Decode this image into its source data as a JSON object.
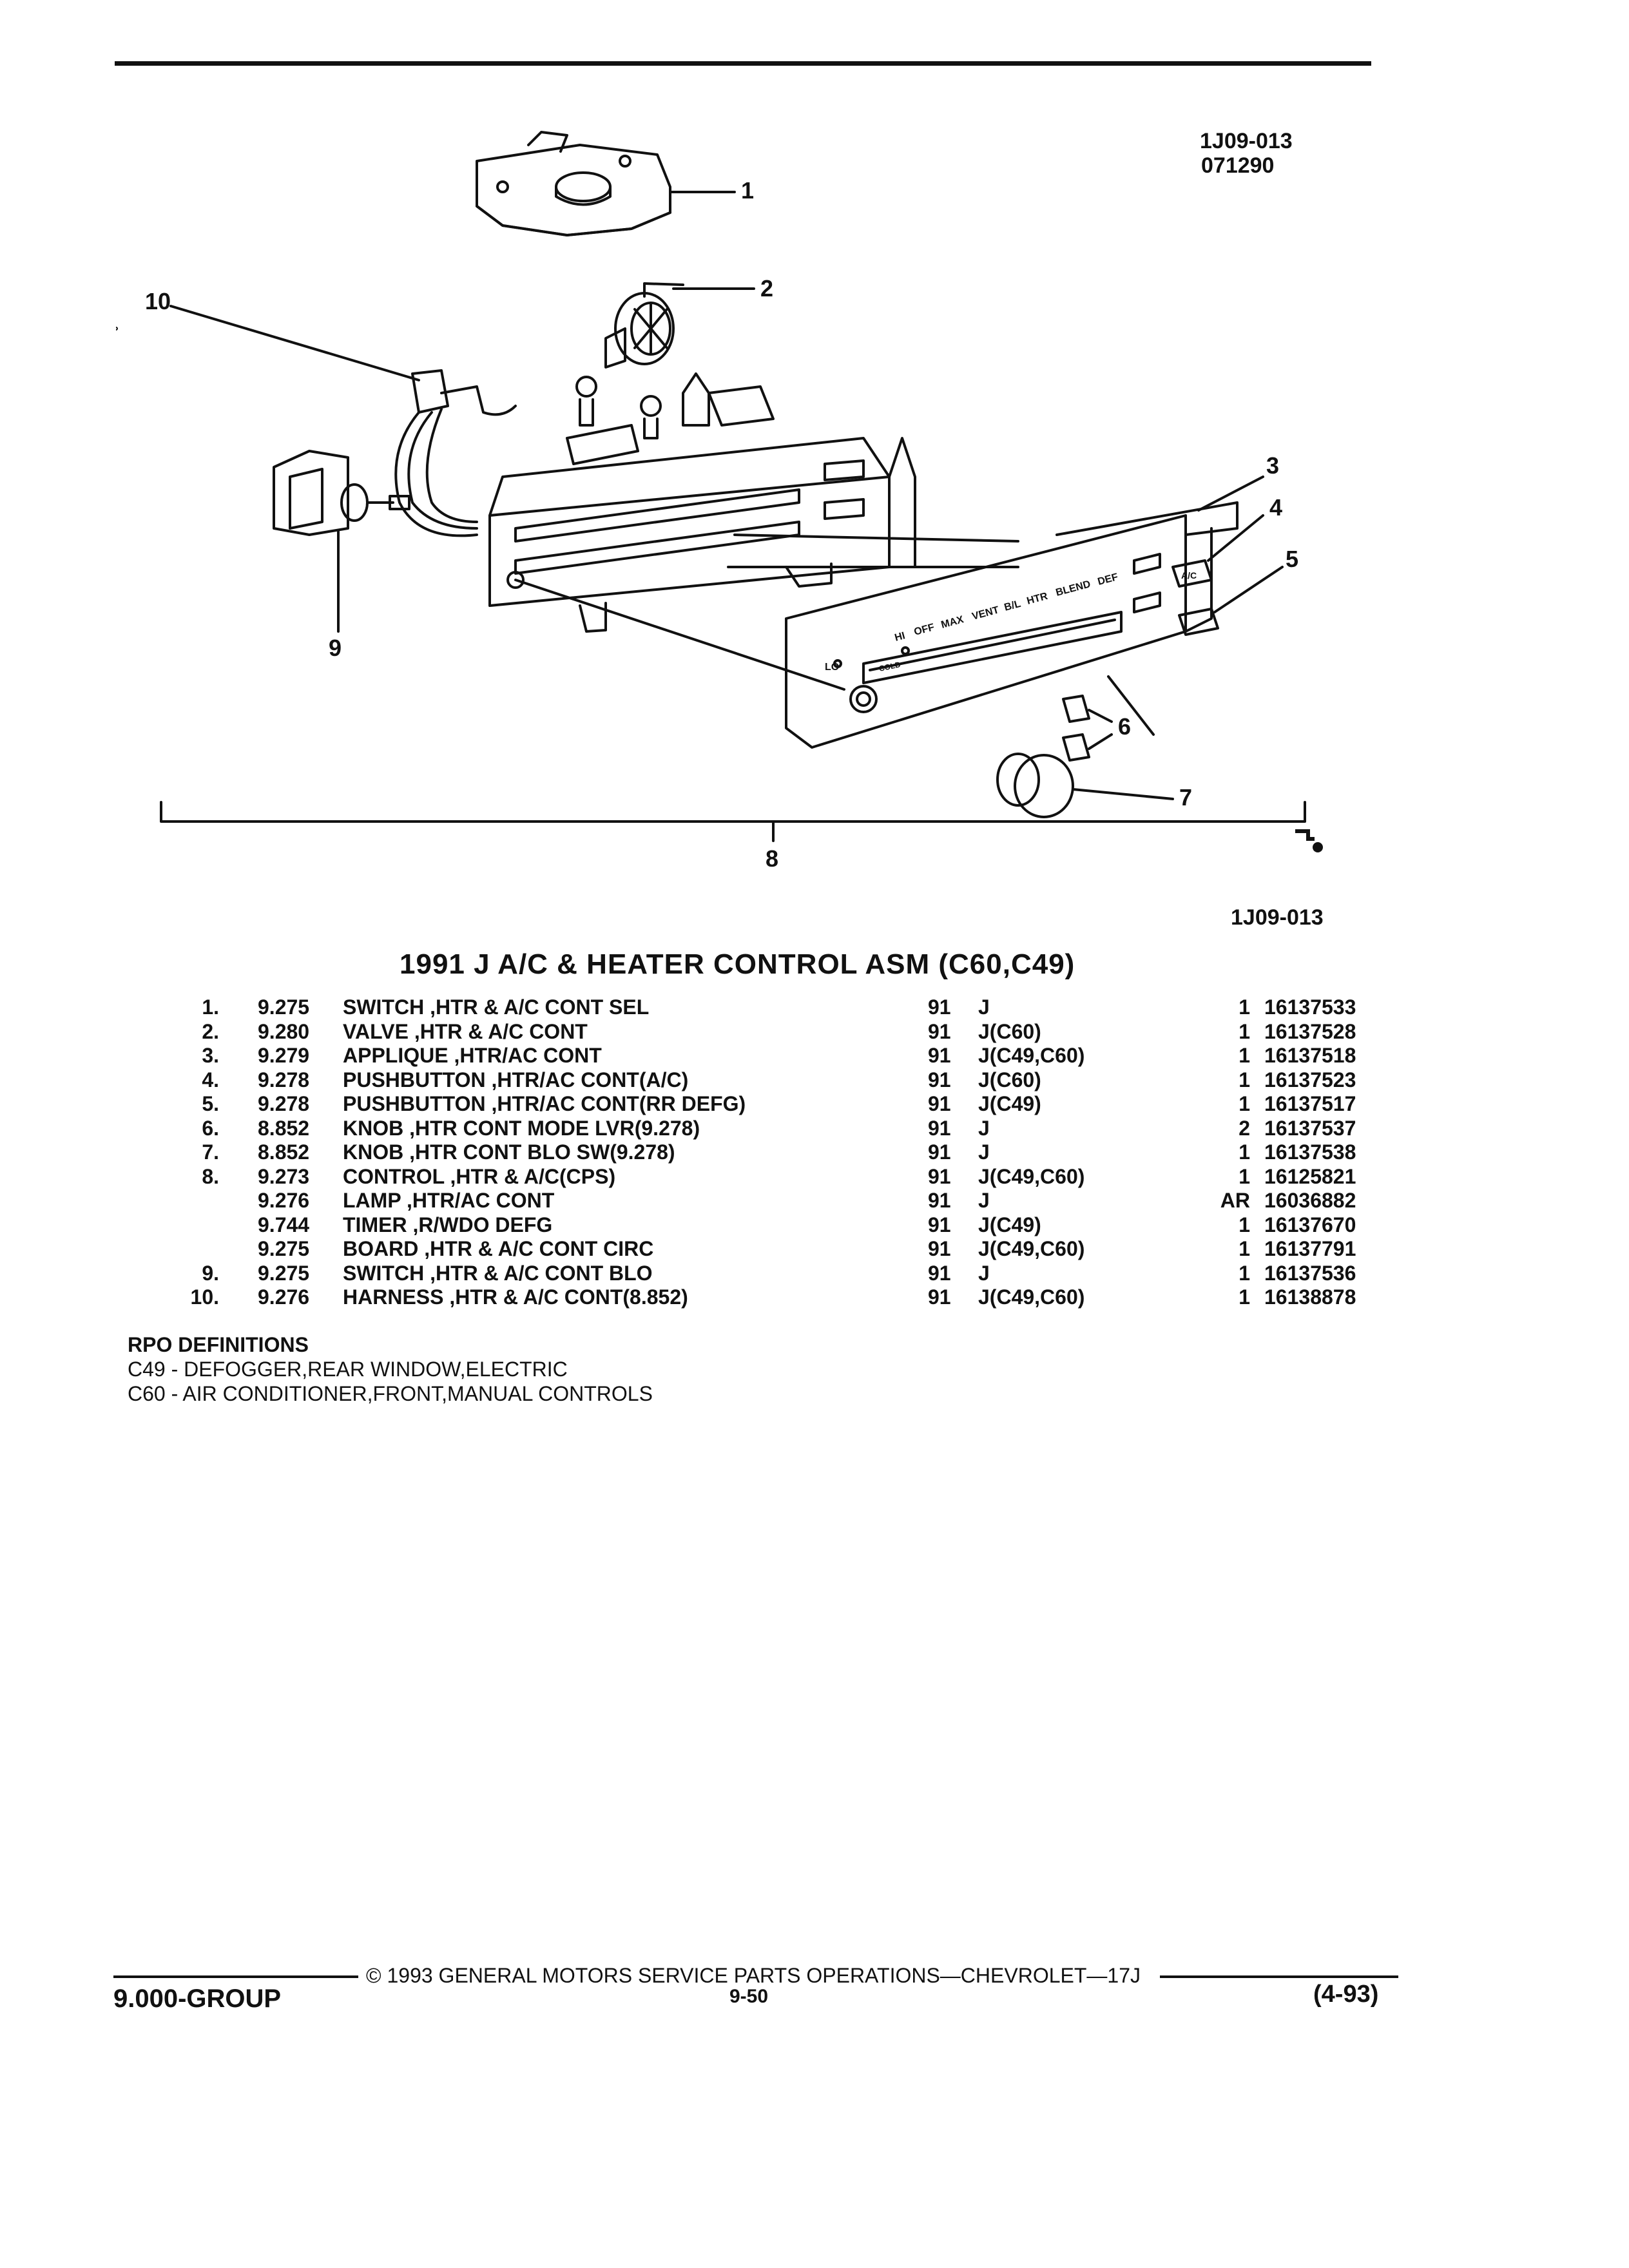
{
  "figure": {
    "id_top": "1J09-013",
    "code": "071290",
    "id_bottom": "1J09-013",
    "callouts": [
      "1",
      "2",
      "3",
      "4",
      "5",
      "6",
      "7",
      "8",
      "9",
      "10"
    ],
    "panel_labels": {
      "lo": "LO",
      "hi": "HI",
      "off": "OFF",
      "max": "MAX",
      "vent": "VENT",
      "bl": "B/L",
      "htr": "HTR",
      "blend": "BLEND",
      "def": "DEF",
      "cold": "COLD",
      "ac_button": "A/C"
    }
  },
  "section_title": "1991 J A/C & HEATER CONTROL ASM (C60,C49)",
  "parts": [
    {
      "num": "1.",
      "group": "9.275",
      "desc": "SWITCH ,HTR & A/C CONT SEL",
      "year": "91",
      "usage": "J",
      "qty": "1",
      "part_no": "16137533"
    },
    {
      "num": "2.",
      "group": "9.280",
      "desc": "VALVE ,HTR & A/C CONT",
      "year": "91",
      "usage": "J(C60)",
      "qty": "1",
      "part_no": "16137528"
    },
    {
      "num": "3.",
      "group": "9.279",
      "desc": "APPLIQUE ,HTR/AC CONT",
      "year": "91",
      "usage": "J(C49,C60)",
      "qty": "1",
      "part_no": "16137518"
    },
    {
      "num": "4.",
      "group": "9.278",
      "desc": "PUSHBUTTON ,HTR/AC CONT(A/C)",
      "year": "91",
      "usage": "J(C60)",
      "qty": "1",
      "part_no": "16137523"
    },
    {
      "num": "5.",
      "group": "9.278",
      "desc": "PUSHBUTTON ,HTR/AC CONT(RR DEFG)",
      "year": "91",
      "usage": "J(C49)",
      "qty": "1",
      "part_no": "16137517"
    },
    {
      "num": "6.",
      "group": "8.852",
      "desc": "KNOB ,HTR CONT MODE LVR(9.278)",
      "year": "91",
      "usage": "J",
      "qty": "2",
      "part_no": "16137537"
    },
    {
      "num": "7.",
      "group": "8.852",
      "desc": "KNOB ,HTR CONT BLO SW(9.278)",
      "year": "91",
      "usage": "J",
      "qty": "1",
      "part_no": "16137538"
    },
    {
      "num": "8.",
      "group": "9.273",
      "desc": "CONTROL ,HTR & A/C(CPS)",
      "year": "91",
      "usage": "J(C49,C60)",
      "qty": "1",
      "part_no": "16125821"
    },
    {
      "num": "",
      "group": "9.276",
      "desc": "LAMP ,HTR/AC CONT",
      "year": "91",
      "usage": "J",
      "qty": "AR",
      "part_no": "16036882"
    },
    {
      "num": "",
      "group": "9.744",
      "desc": "TIMER ,R/WDO DEFG",
      "year": "91",
      "usage": "J(C49)",
      "qty": "1",
      "part_no": "16137670"
    },
    {
      "num": "",
      "group": "9.275",
      "desc": "BOARD ,HTR & A/C CONT CIRC",
      "year": "91",
      "usage": "J(C49,C60)",
      "qty": "1",
      "part_no": "16137791"
    },
    {
      "num": "9.",
      "group": "9.275",
      "desc": "SWITCH ,HTR & A/C CONT BLO",
      "year": "91",
      "usage": "J",
      "qty": "1",
      "part_no": "16137536"
    },
    {
      "num": "10.",
      "group": "9.276",
      "desc": "HARNESS ,HTR & A/C CONT(8.852)",
      "year": "91",
      "usage": "J(C49,C60)",
      "qty": "1",
      "part_no": "16138878"
    }
  ],
  "rpo": {
    "heading": "RPO DEFINITIONS",
    "items": [
      "C49 - DEFOGGER,REAR WINDOW,ELECTRIC",
      "C60 - AIR CONDITIONER,FRONT,MANUAL CONTROLS"
    ]
  },
  "footer": {
    "copyright": "© 1993 GENERAL MOTORS SERVICE PARTS OPERATIONS—CHEVROLET—17J",
    "group": "9.000-GROUP",
    "page": "9-50",
    "date": "(4-93)"
  }
}
